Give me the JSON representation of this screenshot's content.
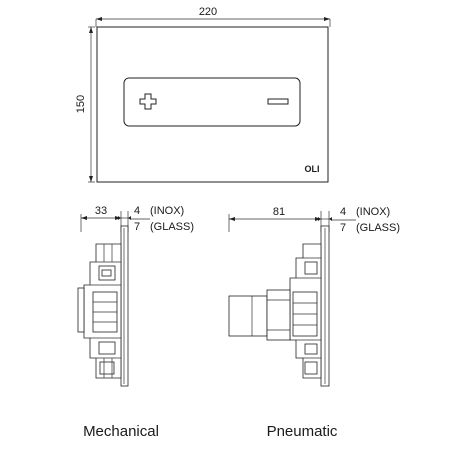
{
  "front_view": {
    "width_label": "220",
    "height_label": "150",
    "logo": "OLI"
  },
  "mechanical": {
    "depth_label": "33",
    "thickness_inox_label": "4",
    "thickness_glass_label": "7",
    "inox_label": "(INOX)",
    "glass_label": "(GLASS)",
    "caption": "Mechanical"
  },
  "pneumatic": {
    "depth_label": "81",
    "thickness_inox_label": "4",
    "thickness_glass_label": "7",
    "inox_label": "(INOX)",
    "glass_label": "(GLASS)",
    "caption": "Pneumatic"
  }
}
